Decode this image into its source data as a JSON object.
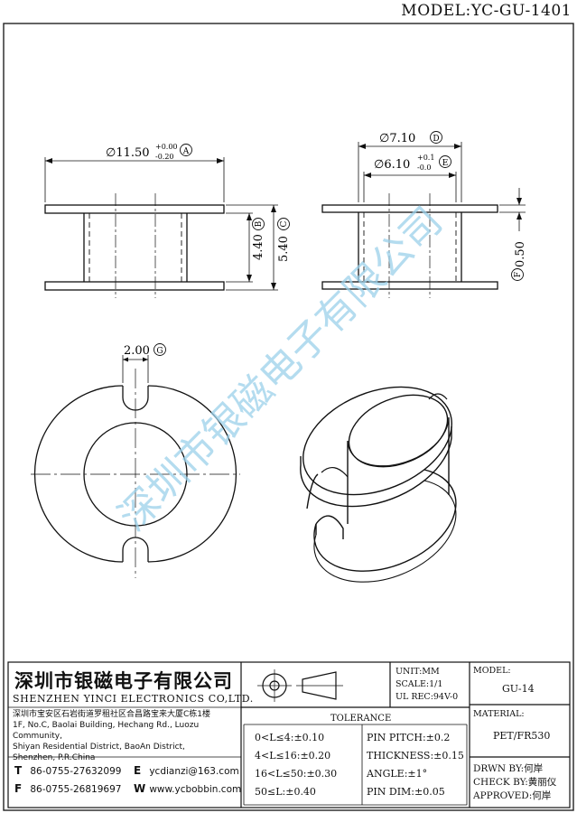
{
  "header": {
    "model_code": "MODEL:YC-GU-1401"
  },
  "dimensions": {
    "a": "∅11.50",
    "a_tol_plus": "+0.00",
    "a_tol_minus": "-0.20",
    "a_ref": "A",
    "b": "4.40",
    "b_ref": "B",
    "c": "5.40",
    "c_ref": "C",
    "d": "∅7.10",
    "d_ref": "D",
    "e": "∅6.10",
    "e_tol_plus": "+0.1",
    "e_tol_minus": "-0.0",
    "e_ref": "E",
    "f": "0.50",
    "f_ref": "F",
    "g": "2.00",
    "g_ref": "G"
  },
  "watermark": "深圳市银磁电子有限公司",
  "company": {
    "name_cn": "深圳市银磁电子有限公司",
    "name_en": "SHENZHEN YINCI ELECTRONICS CO,LTD.",
    "address_lines": [
      "深圳市宝安区石岩街道罗租社区合昌路宝来大厦C栋1楼",
      "1F, No.C, Baolai Building, Hechang Rd., Luozu Community,",
      "Shiyan Residential District, BaoAn District,",
      "Shenzhen, P.R.China"
    ],
    "tel_label": "T",
    "tel": "86-0755-27632099",
    "email_label": "E",
    "email": "ycdianzi@163.com",
    "fax_label": "F",
    "fax": "86-0755-26819697",
    "web_label": "W",
    "web": "www.ycbobbin.com"
  },
  "specs": {
    "unit": "UNIT:MM",
    "scale": "SCALE:1/1",
    "ul_rec": "UL REC:94V-0"
  },
  "tolerance": {
    "title": "TOLERANCE",
    "left": [
      "0<L≤4:±0.10",
      "4<L≤16:±0.20",
      "16<L≤50:±0.30",
      "50≤L:±0.40"
    ],
    "right": [
      "PIN PITCH:±0.2",
      "THICKNESS:±0.15",
      "ANGLE:±1°",
      "PIN DIM:±0.05"
    ]
  },
  "model_box": {
    "label": "MODEL:",
    "value": "GU-14"
  },
  "material_box": {
    "label": "MATERIAL:",
    "value": "PET/FR530"
  },
  "signoff": {
    "drawn": "DRWN BY:何岸",
    "check": "CHECK BY:黄丽仪",
    "approved": "APPROVED:何岸"
  }
}
